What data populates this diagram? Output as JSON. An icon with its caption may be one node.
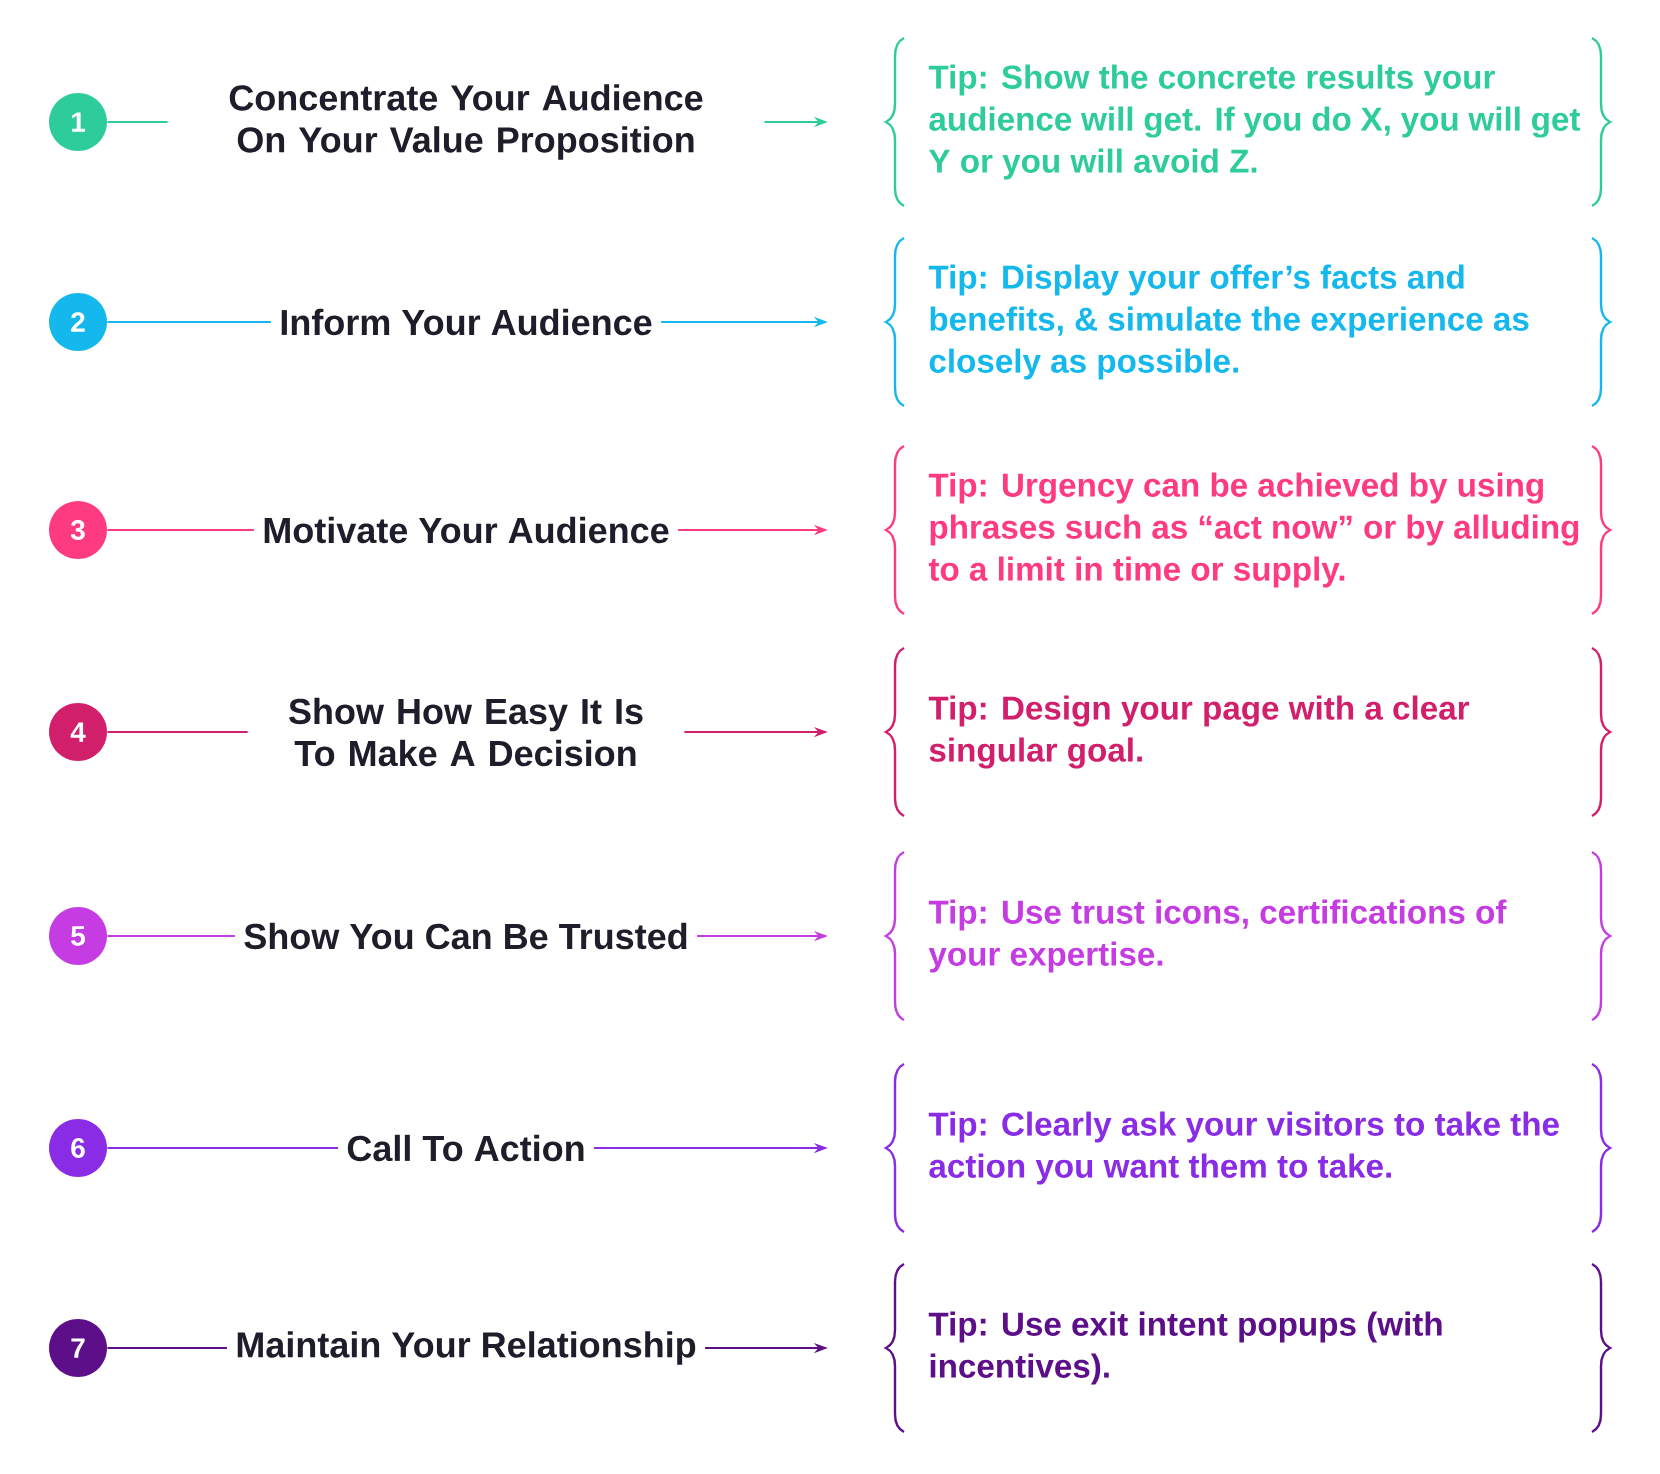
{
  "diagram": {
    "nodes": [
      {
        "text": [
          "1"
        ]
      },
      {
        "text": [
          "Concentrate Your Audience On Your Value Proposition"
        ]
      },
      {
        "text": [
          "Tip: Show the concrete results your audience will get. If you do X, you will get Y or you will avoid Z."
        ]
      },
      {
        "text": [
          "2"
        ]
      },
      {
        "text": [
          "Inform Your Audience"
        ]
      },
      {
        "text": [
          "Tip: Display your offer’s facts and benefits, & simulate the experience as closely as possible."
        ]
      },
      {
        "text": [
          "3"
        ]
      },
      {
        "text": [
          "Motivate Your Audience"
        ]
      },
      {
        "text": [
          "Tip: Urgency can be achieved by using phrases such as “act now” or by alluding to a limit in time or supply."
        ]
      },
      {
        "text": [
          "4"
        ]
      },
      {
        "text": [
          "Show How Easy It Is To Make A Decision"
        ]
      },
      {
        "text": [
          "Tip: Design your page with a clear singular goal."
        ]
      },
      {
        "text": [
          "5"
        ]
      },
      {
        "text": [
          "Show You Can Be Trusted"
        ]
      },
      {
        "text": [
          "Tip: Use trust icons, certifications of your expertise."
        ]
      },
      {
        "text": [
          "6"
        ]
      },
      {
        "text": [
          "Call To Action"
        ]
      },
      {
        "text": [
          "Tip: Clearly ask your visitors to take the action you want them to take."
        ]
      },
      {
        "text": [
          "7"
        ]
      },
      {
        "text": [
          "Maintain Your Relationship"
        ]
      },
      {
        "text": [
          "Tip: Use exit intent popups (with incentives)."
        ]
      }
    ],
    "edges": [
      {
        "from": 0,
        "to": 1,
        "arrow": "none",
        "color": "#2ecc9a"
      },
      {
        "from": 1,
        "to": 2,
        "arrow": "to",
        "color": "#2ecc9a"
      },
      {
        "from": 3,
        "to": 4,
        "arrow": "none",
        "color": "#14b8ec"
      },
      {
        "from": 4,
        "to": 5,
        "arrow": "to",
        "color": "#14b8ec"
      },
      {
        "from": 6,
        "to": 7,
        "arrow": "none",
        "color": "#fe3b80"
      },
      {
        "from": 7,
        "to": 8,
        "arrow": "to",
        "color": "#fe3b80"
      },
      {
        "from": 9,
        "to": 10,
        "arrow": "none",
        "color": "#d11f6c"
      },
      {
        "from": 10,
        "to": 11,
        "arrow": "to",
        "color": "#d11f6c"
      },
      {
        "from": 12,
        "to": 13,
        "arrow": "none",
        "color": "#c53ce2"
      },
      {
        "from": 13,
        "to": 14,
        "arrow": "to",
        "color": "#c53ce2"
      },
      {
        "from": 15,
        "to": 16,
        "arrow": "none",
        "color": "#8a2be6"
      },
      {
        "from": 16,
        "to": 17,
        "arrow": "to",
        "color": "#8a2be6"
      },
      {
        "from": 18,
        "to": 19,
        "arrow": "none",
        "color": "#5c0f88"
      },
      {
        "from": 19,
        "to": 20,
        "arrow": "to",
        "color": "#5c0f88"
      }
    ]
  }
}
